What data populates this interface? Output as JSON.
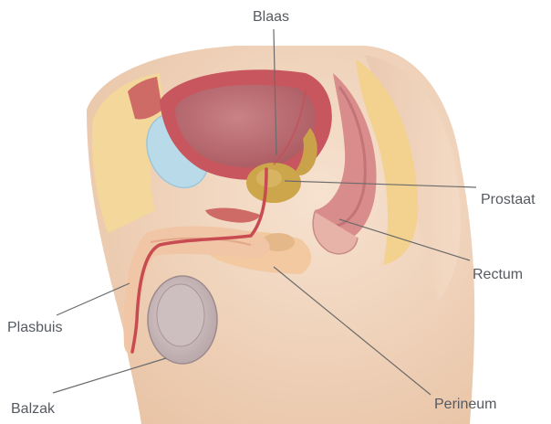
{
  "labels": {
    "blaas": "Blaas",
    "prostaat": "Prostaat",
    "rectum": "Rectum",
    "plasbuis": "Plasbuis",
    "balzak": "Balzak",
    "perineum": "Perineum"
  },
  "colors": {
    "skin": "#f2d4b8",
    "fat": "#f4d79a",
    "bladder_wall": "#c8565e",
    "bladder_inner": "#b87074",
    "prostate": "#cda54a",
    "rectum": "#d98c8c",
    "bone_lining": "#b5d8e8",
    "label_text": "#555a60",
    "leader_line": "#6b6b6b"
  }
}
